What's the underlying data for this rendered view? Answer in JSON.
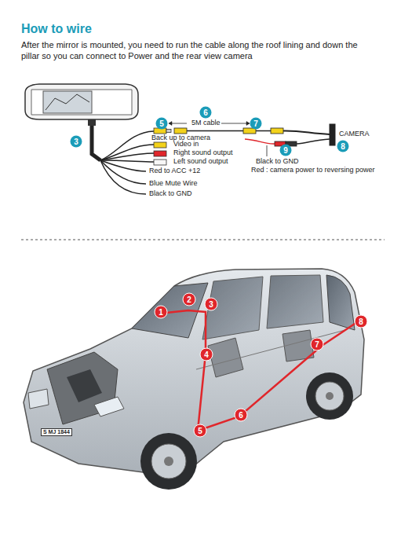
{
  "diagram": {
    "title": "How to wire",
    "labels": [
      "After the mirror is mounted, you need to run the cable along the roof lining and down the pillar so you can connect to Power and the rear view camera",
      "6",
      "5M cable",
      "5",
      "7",
      "3",
      "Back up to camera",
      "Video in",
      "Right sound output",
      "Left sound output",
      "Red to ACC +12",
      "Blue Mute Wire",
      "Black to GND",
      "CAMERA",
      "8",
      "9",
      "Black to GND",
      "Red : camera power to reversing power",
      "1",
      "2",
      "3",
      "4",
      "5",
      "6",
      "7",
      "8",
      "S MJ 1844"
    ]
  }
}
